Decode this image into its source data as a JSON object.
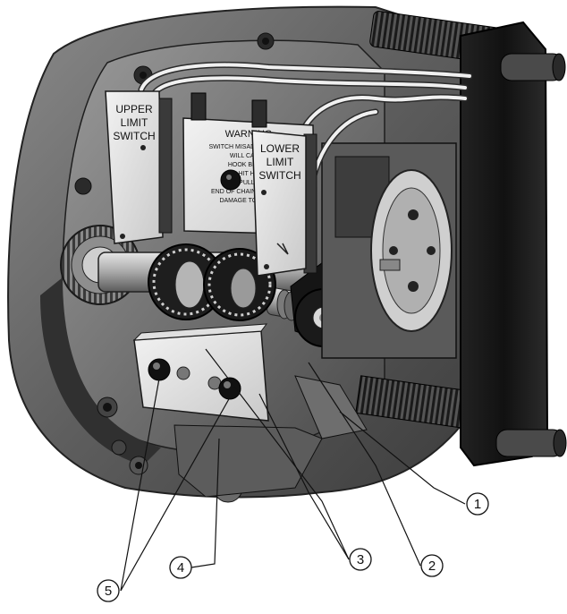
{
  "upper_limit_switch": {
    "line1": "UPPER",
    "line2": "LIMIT",
    "line3": "SWITCH"
  },
  "lower_limit_switch": {
    "line1": "LOWER",
    "line2": "LIMIT",
    "line3": "SWITCH"
  },
  "warning_plate": {
    "title": "WARNING",
    "line1": "SWITCH MISADJUSTMENT",
    "line2": "WILL CAUSE",
    "line3": "HOOK BLOCK",
    "line4": "TO HIT HOIST",
    "line5": "TO PULL OFF",
    "line6": "END OF CHAIN CAUSING",
    "line7": "DAMAGE TO HOIST"
  },
  "callouts": [
    {
      "id": "callout-1",
      "label": "1"
    },
    {
      "id": "callout-2",
      "label": "2"
    },
    {
      "id": "callout-3",
      "label": "3"
    },
    {
      "id": "callout-4",
      "label": "4"
    },
    {
      "id": "callout-5",
      "label": "5"
    }
  ]
}
